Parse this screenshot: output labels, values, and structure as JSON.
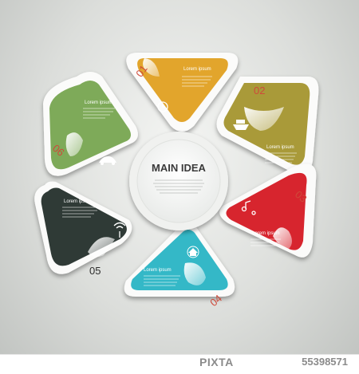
{
  "center": {
    "title": "MAIN IDEA"
  },
  "segments": [
    {
      "number": "01",
      "label": "Lorem ipsum",
      "color": "#e2a52c",
      "icon": "clock-icon"
    },
    {
      "number": "02",
      "label": "Lorem ipsum",
      "color": "#a99a39",
      "icon": "boat-icon"
    },
    {
      "number": "03",
      "label": "Lorem ipsum",
      "color": "#d7252e",
      "icon": "music-icon"
    },
    {
      "number": "04",
      "label": "Lorem ipsum",
      "color": "#34b8c7",
      "icon": "home-icon"
    },
    {
      "number": "05",
      "label": "Lorem ipsum",
      "color": "#2f3a36",
      "icon": "antenna-icon"
    },
    {
      "number": "06",
      "label": "Lorem ipsum",
      "color": "#7eaa59",
      "icon": "car-icon"
    }
  ],
  "colors": {
    "number_text": "#cf4a3a",
    "panel_white": "#fbfbfa",
    "center_circle": "#ffffff"
  },
  "watermark": {
    "logo": "PIXTA",
    "image_id": "55398571"
  }
}
